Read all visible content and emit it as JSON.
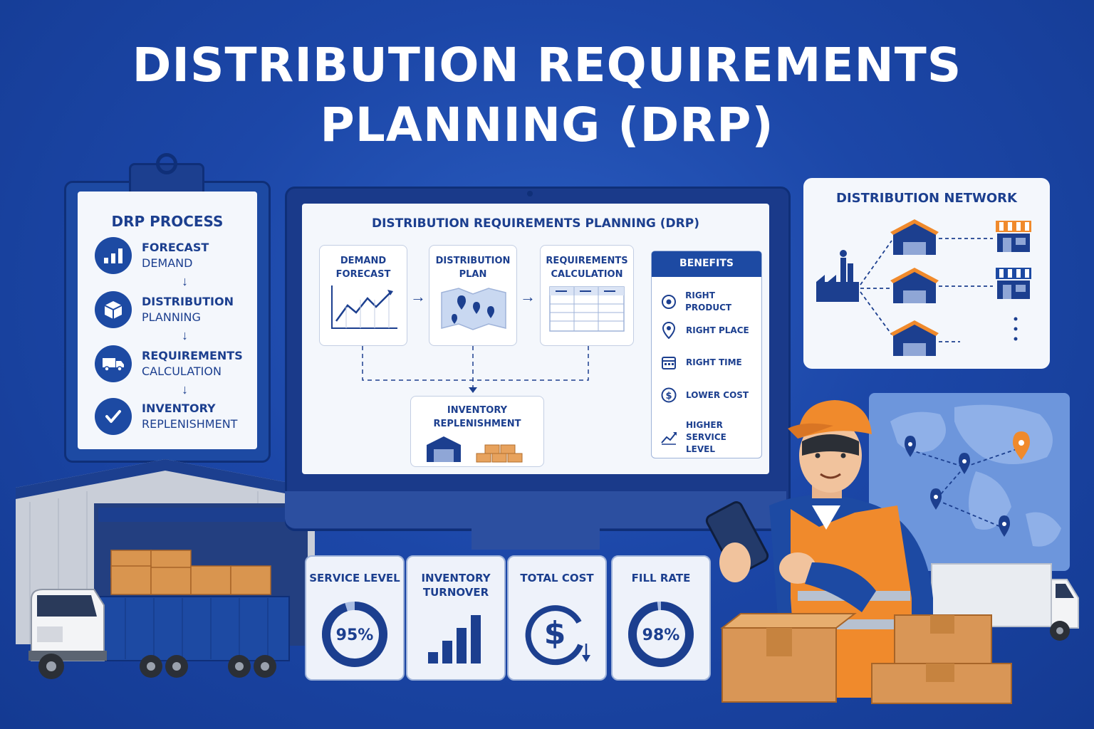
{
  "title": {
    "line1": "DISTRIBUTION REQUIREMENTS",
    "line2": "PLANNING (DRP)"
  },
  "process": {
    "heading": "DRP PROCESS",
    "steps": [
      {
        "bold": "FORECAST",
        "rest": "DEMAND",
        "icon": "bar-chart-icon"
      },
      {
        "bold": "DISTRIBUTION",
        "rest": "PLANNING",
        "icon": "box-icon"
      },
      {
        "bold": "REQUIREMENTS",
        "rest": "CALCULATION",
        "icon": "truck-icon"
      },
      {
        "bold": "INVENTORY",
        "rest": "REPLENISHMENT",
        "icon": "check-icon"
      }
    ]
  },
  "monitor": {
    "heading": "DISTRIBUTION REQUIREMENTS PLANNING (DRP)",
    "boxes": [
      {
        "line1": "DEMAND",
        "line2": "FORECAST"
      },
      {
        "line1": "DISTRIBUTION",
        "line2": "PLAN"
      },
      {
        "line1": "REQUIREMENTS",
        "line2": "CALCULATION"
      }
    ],
    "replenishment": {
      "line1": "INVENTORY",
      "line2": "REPLENISHMENT"
    },
    "benefits": {
      "heading": "BENEFITS",
      "items": [
        {
          "line1": "RIGHT PRODUCT",
          "line2": "",
          "icon": "target-icon"
        },
        {
          "line1": "RIGHT PLACE",
          "line2": "",
          "icon": "location-pin-icon"
        },
        {
          "line1": "RIGHT TIME",
          "line2": "",
          "icon": "calendar-icon"
        },
        {
          "line1": "LOWER COST",
          "line2": "",
          "icon": "dollar-icon"
        },
        {
          "line1": "HIGHER SERVICE",
          "line2": "LEVEL",
          "icon": "trend-up-icon"
        }
      ]
    }
  },
  "network": {
    "heading": "DISTRIBUTION NETWORK"
  },
  "kpis": [
    {
      "line1": "SERVICE LEVEL",
      "line2": "",
      "value": "95%",
      "percent": 95
    },
    {
      "line1": "INVENTORY",
      "line2": "TURNOVER",
      "value": "",
      "icon": "bar-chart-icon"
    },
    {
      "line1": "TOTAL COST",
      "line2": "",
      "value": "",
      "icon": "dollar-down-icon"
    },
    {
      "line1": "FILL RATE",
      "line2": "",
      "value": "98%",
      "percent": 98
    }
  ],
  "colors": {
    "primary": "#1c3f8f",
    "accent": "#f08a2c",
    "background": "#1c47a8",
    "panel": "#f4f7fc"
  }
}
